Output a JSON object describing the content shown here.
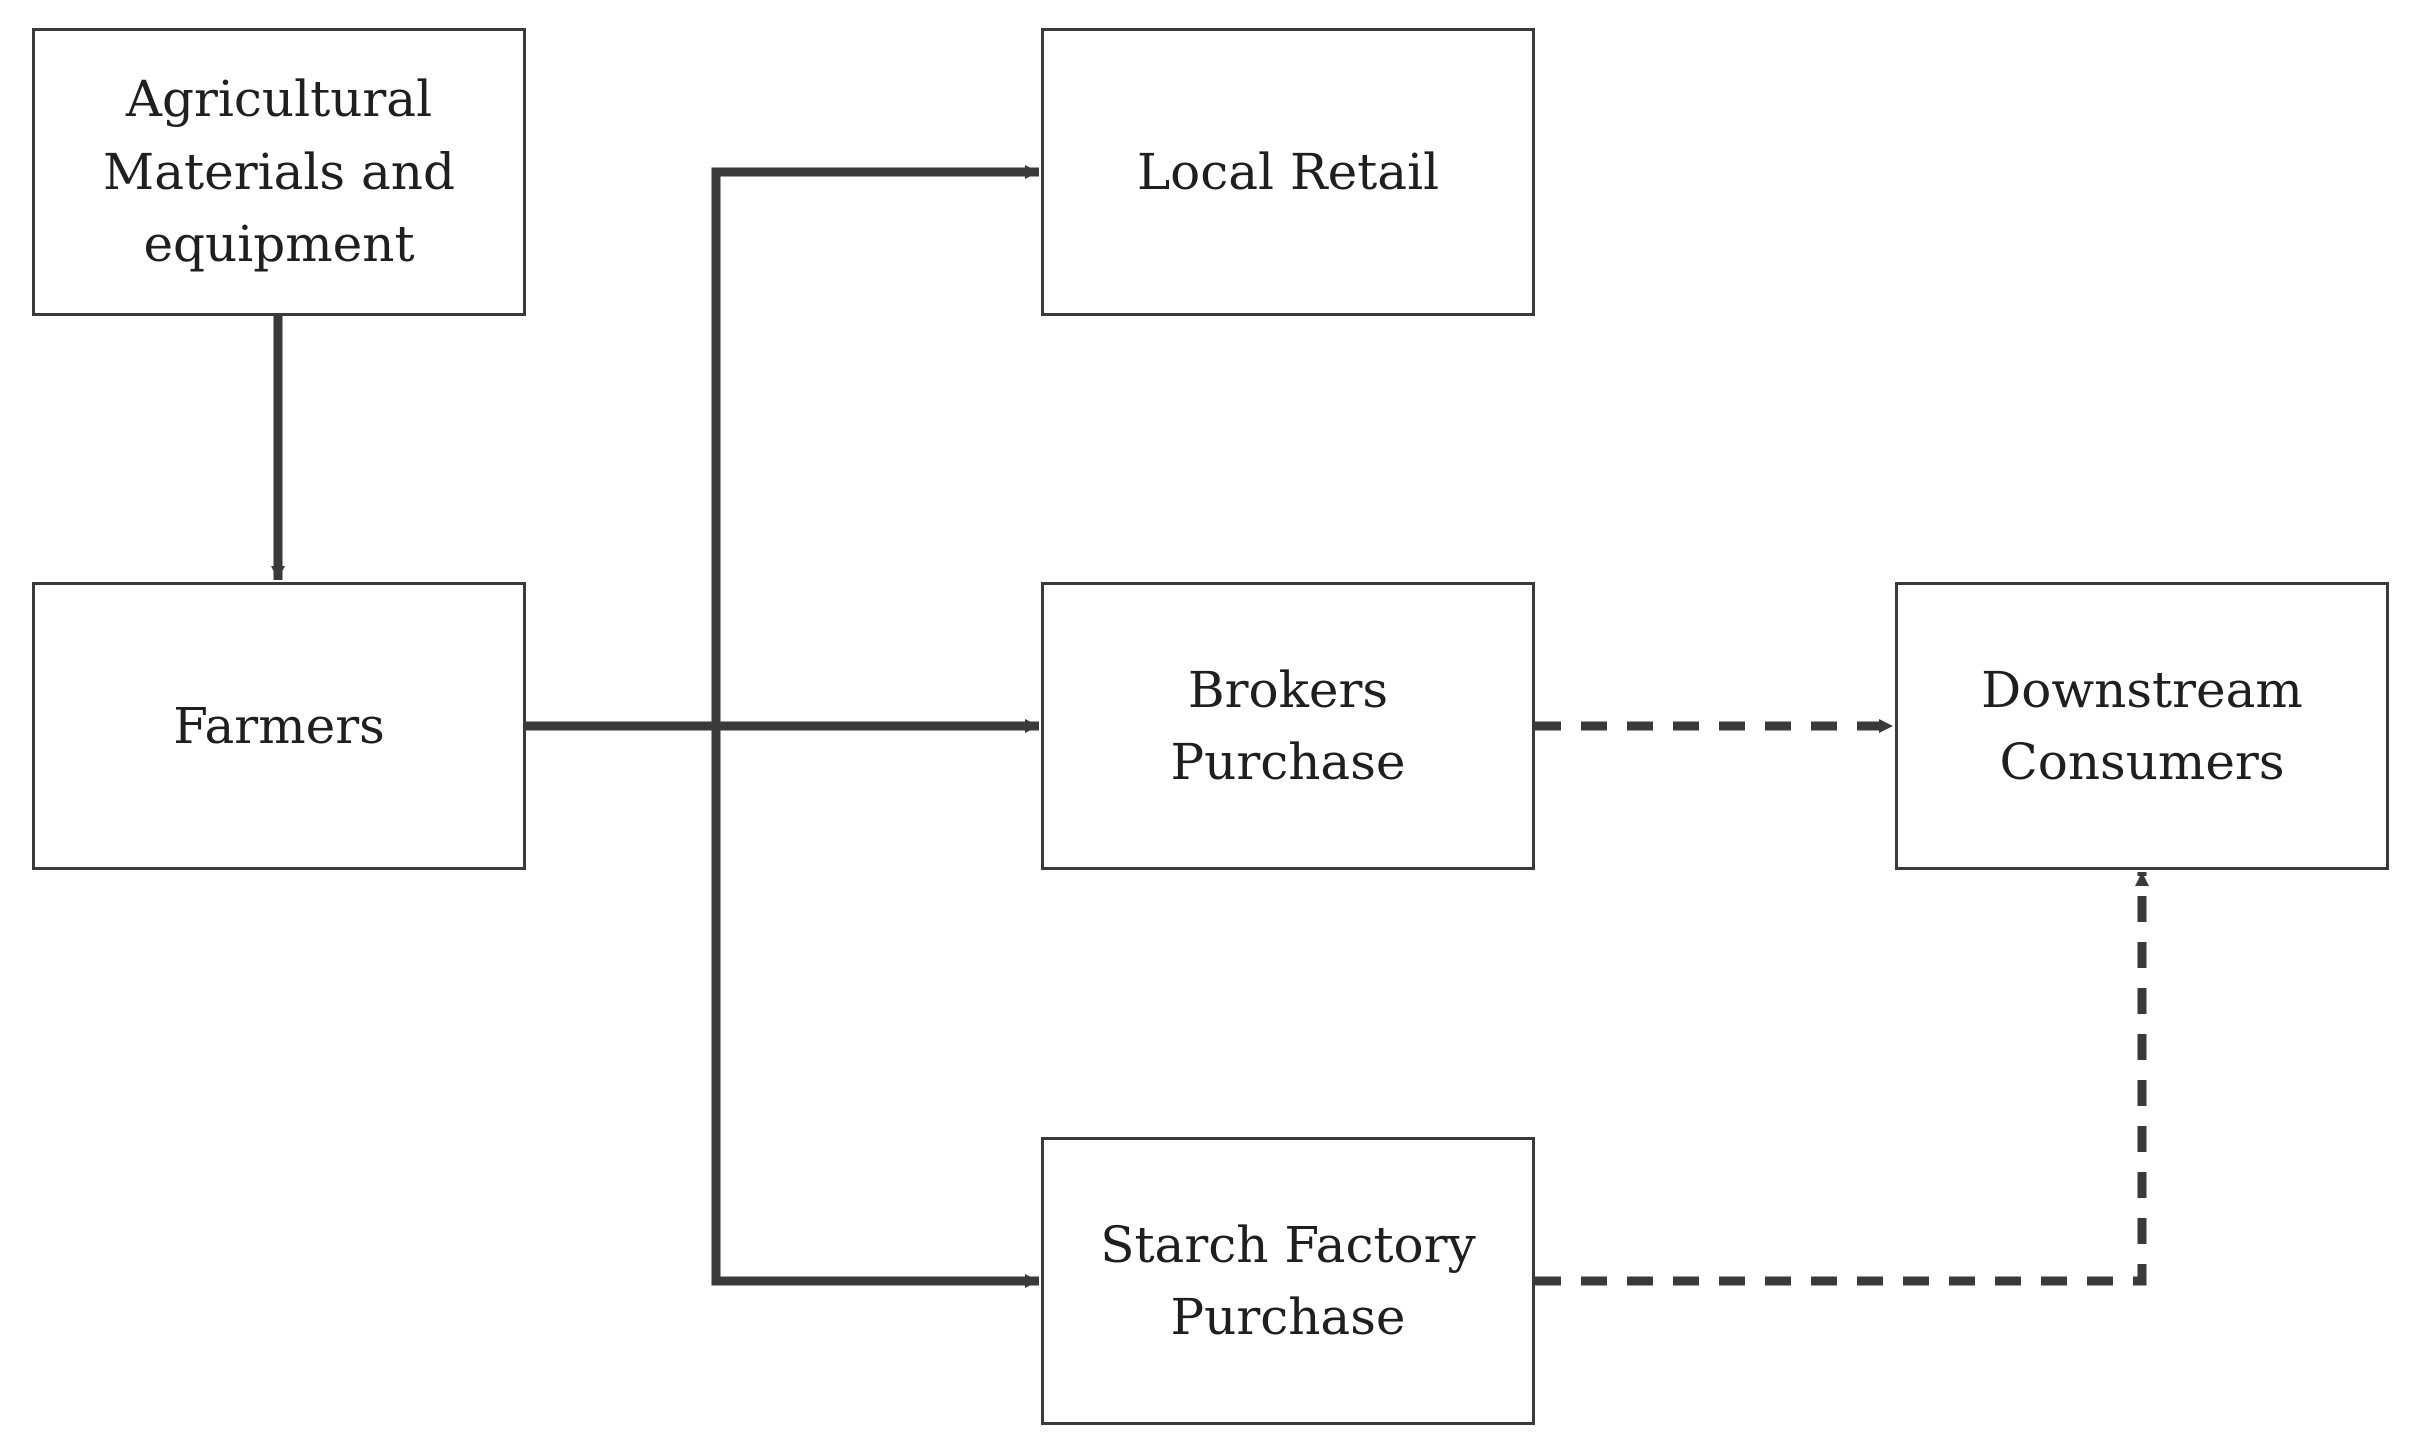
{
  "colors": {
    "stroke": "#3a3a3a",
    "text": "#1f1f1f",
    "background": "#ffffff"
  },
  "nodes": {
    "agricultural": {
      "label": "Agricultural\nMaterials and\nequipment"
    },
    "farmers": {
      "label": "Farmers"
    },
    "local_retail": {
      "label": "Local Retail"
    },
    "brokers": {
      "label": "Brokers Purchase"
    },
    "starch": {
      "label": "Starch Factory\nPurchase"
    },
    "downstream": {
      "label": "Downstream\nConsumers"
    }
  },
  "edges": [
    {
      "from": "agricultural",
      "to": "farmers",
      "style": "solid"
    },
    {
      "from": "farmers",
      "to": "local_retail",
      "style": "solid"
    },
    {
      "from": "farmers",
      "to": "brokers",
      "style": "solid"
    },
    {
      "from": "farmers",
      "to": "starch",
      "style": "solid"
    },
    {
      "from": "brokers",
      "to": "downstream",
      "style": "dashed"
    },
    {
      "from": "starch",
      "to": "downstream",
      "style": "dashed"
    }
  ]
}
